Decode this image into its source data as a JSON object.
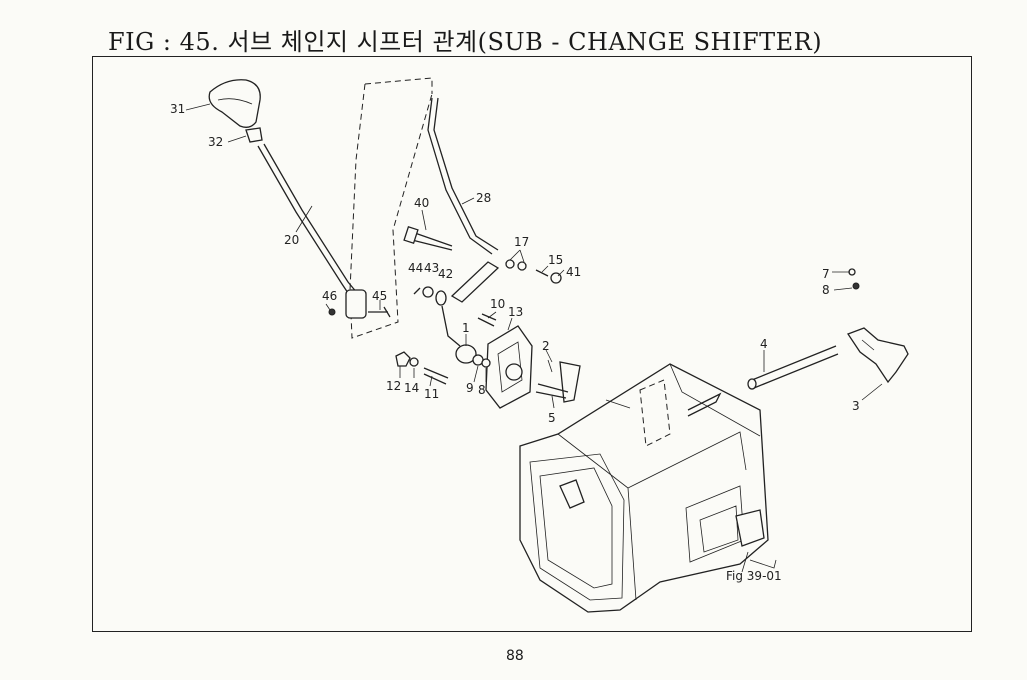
{
  "title": "FIG : 45. 서브 체인지 시프터 관계(SUB - CHANGE SHIFTER)",
  "page_number": "88",
  "callouts": [
    "31",
    "32",
    "20",
    "46",
    "45",
    "40",
    "28",
    "44",
    "43",
    "42",
    "17",
    "15",
    "41",
    "10",
    "13",
    "1",
    "2",
    "4",
    "7",
    "8",
    "3",
    "12",
    "14",
    "11",
    "9",
    "8",
    "5"
  ],
  "reference_label": "Fig 39-01"
}
